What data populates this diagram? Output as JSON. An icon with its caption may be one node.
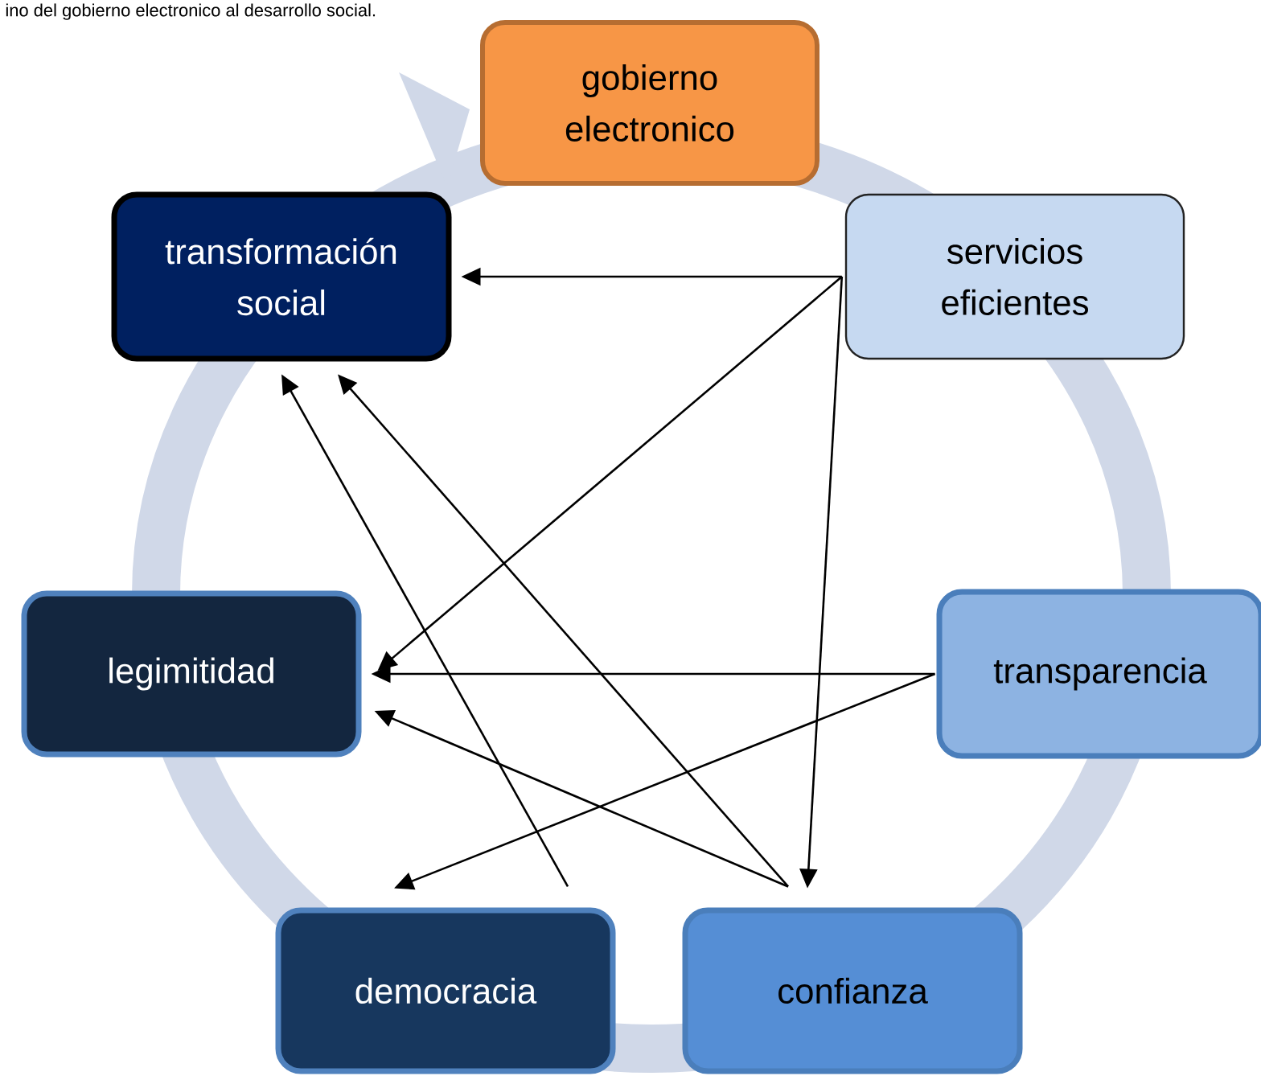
{
  "diagram": {
    "nodes": [
      {
        "text": [
          "gobierno electronico"
        ]
      },
      {
        "text": [
          "transformación social"
        ]
      },
      {
        "text": [
          "servicios eficientes"
        ]
      },
      {
        "text": [
          "legimitidad"
        ]
      },
      {
        "text": [
          "transparencia"
        ]
      },
      {
        "text": [
          "democracia"
        ]
      },
      {
        "text": [
          "confianza"
        ]
      }
    ],
    "edges": [
      {
        "from": 2,
        "to": 1,
        "arrow": "to"
      },
      {
        "from": 2,
        "to": 3,
        "arrow": "to"
      },
      {
        "from": 2,
        "to": 6,
        "arrow": "to"
      },
      {
        "from": 4,
        "to": 3,
        "arrow": "to"
      },
      {
        "from": 4,
        "to": 5,
        "arrow": "to"
      },
      {
        "from": 6,
        "to": 1,
        "arrow": "to"
      },
      {
        "from": 6,
        "to": 3,
        "arrow": "to"
      },
      {
        "from": 5,
        "to": 1,
        "arrow": "to"
      }
    ],
    "labels": [
      "ino del gobierno electronico al desarrollo social."
    ]
  }
}
